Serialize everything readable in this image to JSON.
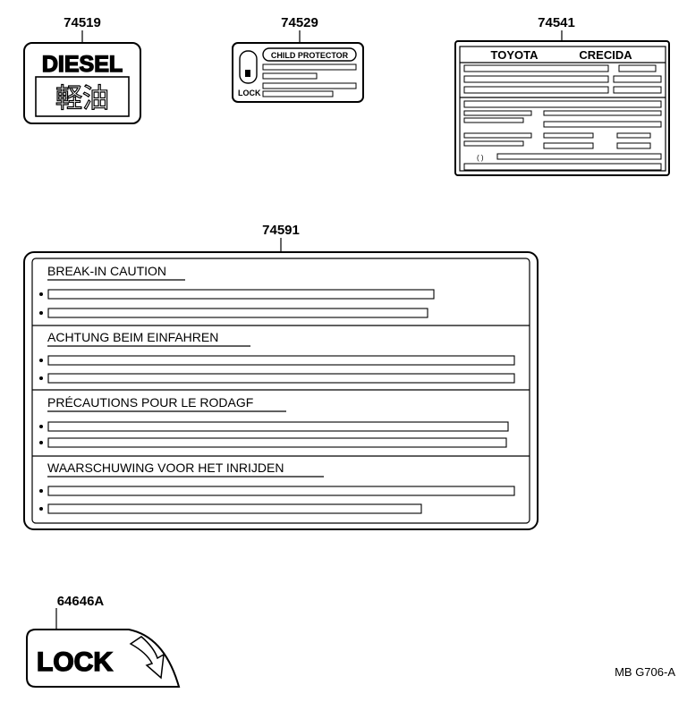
{
  "parts": {
    "diesel": {
      "number": "74519",
      "text_top": "DIESEL",
      "text_bottom": "軽油"
    },
    "child": {
      "number": "74529",
      "title": "CHILD PROTECTOR",
      "side": "LOCK"
    },
    "toyota": {
      "number": "74541",
      "brand": "TOYOTA",
      "model": "CRECIDA",
      "paren": "(   )"
    },
    "breakin": {
      "number": "74591",
      "sections": [
        {
          "heading": "BREAK-IN  CAUTION"
        },
        {
          "heading": "ACHTUNG  BEIM  EINFAHREN"
        },
        {
          "heading": "PRÉCAUTIONS  POUR  LE  RODAGF"
        },
        {
          "heading": "WAARSCHUWING  VOOR  HET  INRIJDEN"
        }
      ]
    },
    "lock": {
      "number": "64646A",
      "text": "LOCK"
    }
  },
  "footer": {
    "code": "MB G706-A"
  }
}
